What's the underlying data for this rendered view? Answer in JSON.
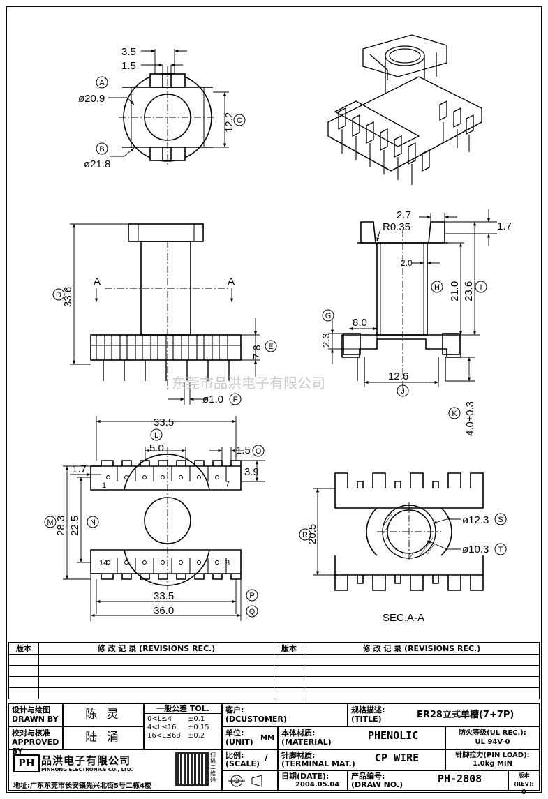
{
  "watermark": "东莞市品洪电子有限公司",
  "top_view": {
    "dims": [
      "3.5",
      "1.5",
      "ø20.9",
      "12.2",
      "ø21.8"
    ],
    "labels": [
      "A",
      "B",
      "C"
    ]
  },
  "side_view": {
    "dims": [
      "33.6",
      "7.8",
      "ø1.0"
    ],
    "section_marks": [
      "A",
      "A"
    ],
    "labels": [
      "D",
      "E",
      "F"
    ]
  },
  "end_view": {
    "dims": [
      "2.7",
      "R0.35",
      "1.7",
      "2.0",
      "21.0",
      "23.6",
      "2.3",
      "8.0",
      "12.6",
      "4.0±0.3"
    ],
    "labels": [
      "H",
      "I",
      "G",
      "J",
      "K"
    ]
  },
  "bottom_view": {
    "dims": [
      "33.5",
      "5.0",
      "1.5",
      "1.7",
      "3.9",
      "28.3",
      "22.5",
      "33.5",
      "36.0"
    ],
    "pins": [
      "1",
      "7",
      "14",
      "8"
    ],
    "labels": [
      "L",
      "O",
      "M",
      "N",
      "P",
      "Q"
    ]
  },
  "section_view": {
    "dims": [
      "20.5",
      "ø12.3",
      "ø10.3"
    ],
    "labels": [
      "R",
      "S",
      "T"
    ],
    "caption": "SEC.A-A"
  },
  "revisions": {
    "col1": "版本",
    "col2": "修 改 记 录 (REVISIONS REC.)",
    "col3": "版本",
    "col4": "修 改 记 录 (REVISIONS REC.)"
  },
  "title_block": {
    "designer_label1": "设计与绘图",
    "designer_label2": "DRAWN BY",
    "designer": "陈 灵",
    "checker_label1": "校对与核准",
    "checker_label2": "APPROVED BY",
    "checker": "陆 涌",
    "tol_title": "一般公差 TOL.",
    "tol_rows": [
      {
        "range": "0<L≤4",
        "val": "±0.1"
      },
      {
        "range": "4<L≤16",
        "val": "±0.15"
      },
      {
        "range": "16<L≤63",
        "val": "±0.2"
      }
    ],
    "customer_label1": "客户:",
    "customer_label2": "(DCUSTOMER)",
    "title_label1": "规格描述:",
    "title_label2": "(TITLE)",
    "title_value": "ER28立式单槽(7+7P)",
    "unit_label1": "单位:",
    "unit_label2": "(UNIT)",
    "unit_value": "MM",
    "material_label1": "本体材质:",
    "material_label2": "(MATERIAL)",
    "material_value": "PHENOLIC",
    "flame_label": "防火等级(UL REC.):",
    "flame_value": "UL 94V-0",
    "scale_label1": "比例:",
    "scale_label2": "(SCALE)",
    "scale_value": "/",
    "terminal_label1": "针脚材质:",
    "terminal_label2": "(TERMINAL MAT.)",
    "terminal_value": "CP WIRE",
    "pinload_label": "针脚拉力(PIN LOAD):",
    "pinload_value": "1.0kg MIN",
    "company_cn": "品洪电子有限公司",
    "company_en": "PINHONG ELECTRONICS CO., LTD.",
    "logo": "PH",
    "address": "地址:广东东莞市长安镇先兴北街5号二栋4楼",
    "qr_text": "扫描二维码",
    "date_label1": "日期(DATE):",
    "date_value": "2004.05.04",
    "drawno_label1": "产品编号:",
    "drawno_label2": "(DRAW NO.)",
    "drawno_value": "PH-2808",
    "rev_label": "版本(REV):",
    "rev_value": "0"
  }
}
